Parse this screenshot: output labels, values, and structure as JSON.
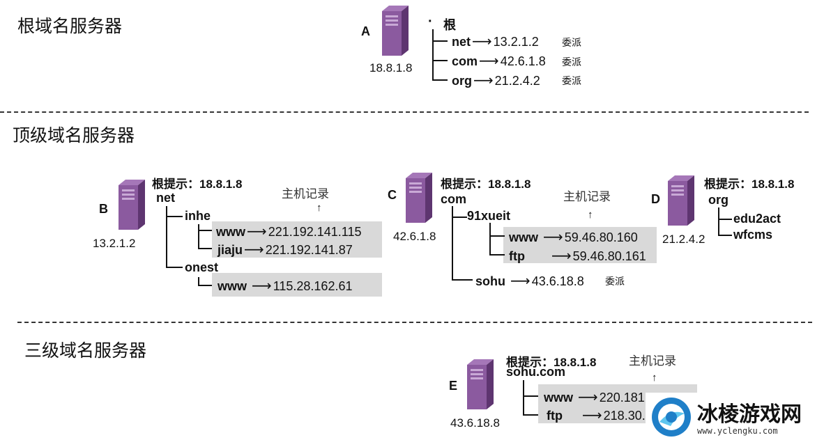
{
  "sections": {
    "root": "根域名服务器",
    "tld": "顶级域名服务器",
    "third": "三级域名服务器"
  },
  "server_a": {
    "letter": "A",
    "ip": "18.8.1.8",
    "root_label": "根",
    "entries": [
      {
        "name": "net",
        "arrow": "⟶",
        "ip": "13.2.1.2",
        "note": "委派"
      },
      {
        "name": "com",
        "arrow": "⟶",
        "ip": "42.6.1.8",
        "note": "委派"
      },
      {
        "name": "org",
        "arrow": "⟶",
        "ip": "21.2.4.2",
        "note": "委派"
      }
    ]
  },
  "server_b": {
    "letter": "B",
    "ip": "13.2.1.2",
    "hint_label": "根提示：",
    "hint_ip": "18.8.1.8",
    "zone": "net",
    "record_label": "主机记录",
    "sub1": "inhe",
    "sub1_records": [
      {
        "name": "www",
        "arrow": "⟶",
        "ip": "221.192.141.115"
      },
      {
        "name": "jiaju",
        "arrow": "⟶",
        "ip": "221.192.141.87"
      }
    ],
    "sub2": "onest",
    "sub2_records": [
      {
        "name": "www",
        "arrow": "⟶",
        "ip": "115.28.162.61"
      }
    ]
  },
  "server_c": {
    "letter": "C",
    "ip": "42.6.1.8",
    "hint_label": "根提示：",
    "hint_ip": "18.8.1.8",
    "zone": "com",
    "record_label": "主机记录",
    "sub1": "91xueit",
    "sub1_records": [
      {
        "name": "www",
        "arrow": "⟶",
        "ip": "59.46.80.160"
      },
      {
        "name": "ftp",
        "arrow": "⟶",
        "ip": "59.46.80.161"
      }
    ],
    "sub2": "sohu",
    "sub2_arrow": "⟶",
    "sub2_ip": "43.6.18.8",
    "sub2_note": "委派"
  },
  "server_d": {
    "letter": "D",
    "ip": "21.2.4.2",
    "hint_label": "根提示：",
    "hint_ip": "18.8.1.8",
    "zone": "org",
    "subs": [
      "edu2act",
      "wfcms"
    ]
  },
  "server_e": {
    "letter": "E",
    "ip": "43.6.18.8",
    "hint_label": "根提示：",
    "hint_ip": "18.8.1.8",
    "zone": "sohu.com",
    "record_label": "主机记录",
    "records": [
      {
        "name": "www",
        "arrow": "⟶",
        "ip": "220.181.90.14"
      },
      {
        "name": "ftp",
        "arrow": "⟶",
        "ip": "218.30.0.1"
      }
    ]
  },
  "up_arrow": "↑",
  "watermark": {
    "text": "冰棱游戏网",
    "url": "www.yclengku.com"
  },
  "colors": {
    "server": "#8b5a9f",
    "server_dark": "#5e3570",
    "record_bg": "#d9d9d9"
  }
}
